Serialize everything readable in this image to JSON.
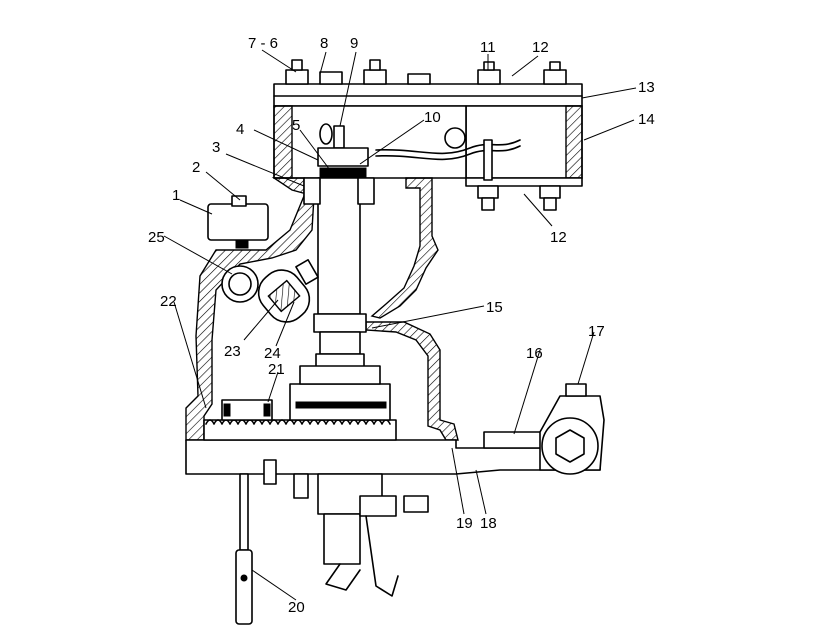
{
  "diagram": {
    "labels": {
      "l1": "1",
      "l2": "2",
      "l3": "3",
      "l4": "4",
      "l5": "5",
      "l76": "7 - 6",
      "l8": "8",
      "l9": "9",
      "l10": "10",
      "l11": "11",
      "l12a": "12",
      "l12b": "12",
      "l13": "13",
      "l14": "14",
      "l15": "15",
      "l16": "16",
      "l17": "17",
      "l18": "18",
      "l19": "19",
      "l20": "20",
      "l21": "21",
      "l22": "22",
      "l23": "23",
      "l24": "24",
      "l25": "25"
    }
  }
}
